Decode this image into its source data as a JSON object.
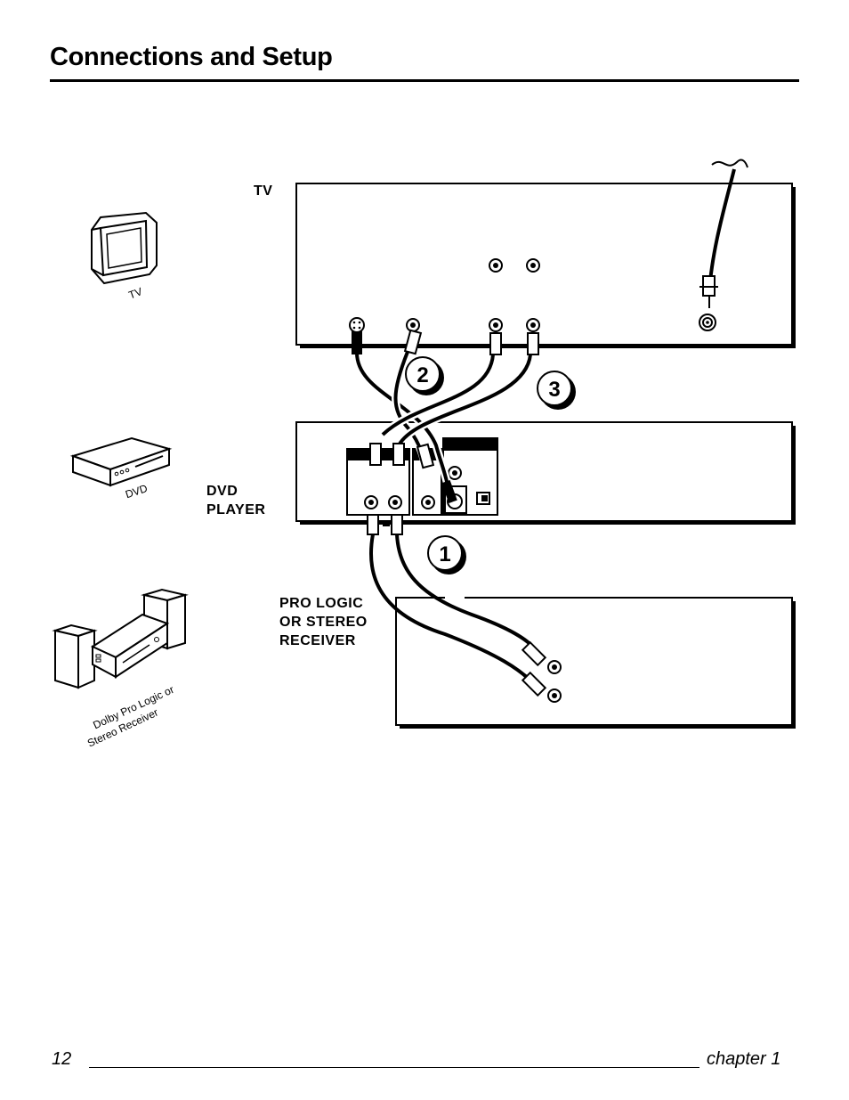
{
  "header": {
    "title": "Connections and Setup"
  },
  "labels": {
    "tv": "TV",
    "dvd_line1": "DVD",
    "dvd_line2": "PLAYER",
    "receiver_line1": "PRO LOGIC",
    "receiver_line2": "OR STEREO",
    "receiver_line3": "RECEIVER"
  },
  "icons": {
    "tv_caption": "TV",
    "dvd_caption": "DVD",
    "receiver_caption_line1": "Dolby Pro Logic or",
    "receiver_caption_line2": "Stereo Receiver"
  },
  "steps": [
    "1",
    "2",
    "3"
  ],
  "footer": {
    "page_number": "12",
    "chapter": "chapter 1"
  }
}
